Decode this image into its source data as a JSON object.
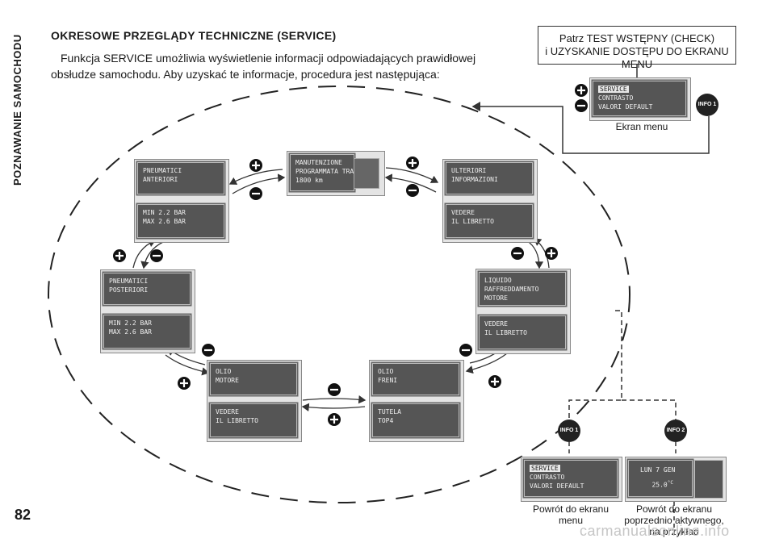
{
  "section_label": "POZNAWANIE SAMOCHODU",
  "page_number": "82",
  "title": "OKRESOWE PRZEGLĄDY TECHNICZNE (SERVICE)",
  "intro": "Funkcja SERVICE umożliwia wyświetlenie informacji odpowiadających prawidłowej obsłudze samochodu. Aby uzyskać te informacje, procedura jest następująca:",
  "check_box": {
    "line1": "Patrz TEST WSTĘPNY (CHECK)",
    "line2": "i UZYSKANIE DOSTĘPU DO EKRANU MENU"
  },
  "menu": {
    "selected": "SERVICE",
    "line2": "CONTRASTO",
    "line3": "VALORI DEFAULT",
    "caption": "Ekran menu"
  },
  "buttons": {
    "info1": "INFO 1",
    "info2": "INFO 2"
  },
  "screens": {
    "manutenzione": {
      "line1": "MANUTENZIONE",
      "line2": "PROGRAMMATA TRA",
      "line3": "1800 km",
      "icon": "wrench-car-icon"
    },
    "pneu_ant": {
      "top1": "PNEUMATICI",
      "top2": "ANTERIORI",
      "bot1": "MIN 2.2 BAR",
      "bot2": "MAX 2.6 BAR"
    },
    "ulteriori": {
      "top1": "ULTERIORI",
      "top2": "INFORMAZIONI",
      "bot1": "VEDERE",
      "bot2": "IL LIBRETTO"
    },
    "pneu_post": {
      "top1": "PNEUMATICI",
      "top2": "POSTERIORI",
      "bot1": "MIN 2.2 BAR",
      "bot2": "MAX 2.6 BAR"
    },
    "liquido": {
      "top1": "LIQUIDO",
      "top2": "RAFFREDDAMENTO",
      "top3": "MOTORE",
      "bot1": "VEDERE",
      "bot2": "IL LIBRETTO"
    },
    "olio_motore": {
      "top1": "OLIO",
      "top2": "MOTORE",
      "bot1": "VEDERE",
      "bot2": "IL LIBRETTO"
    },
    "olio_freni": {
      "top1": "OLIO",
      "top2": "FRENI",
      "bot1": "TUTELA",
      "bot2": "TOP4"
    }
  },
  "return_menu": {
    "selected": "SERVICE",
    "line2": "CONTRASTO",
    "line3": "VALORI DEFAULT",
    "caption1": "Powrót do ekranu",
    "caption2": "menu"
  },
  "return_prev": {
    "date": "LUN 7 GEN",
    "temp": "25.0",
    "unit": "°C",
    "caption1": "Powrót do ekranu",
    "caption2": "poprzednio aktywnego,",
    "caption3": "na przykład"
  },
  "watermark": "carmanualsonline.info"
}
